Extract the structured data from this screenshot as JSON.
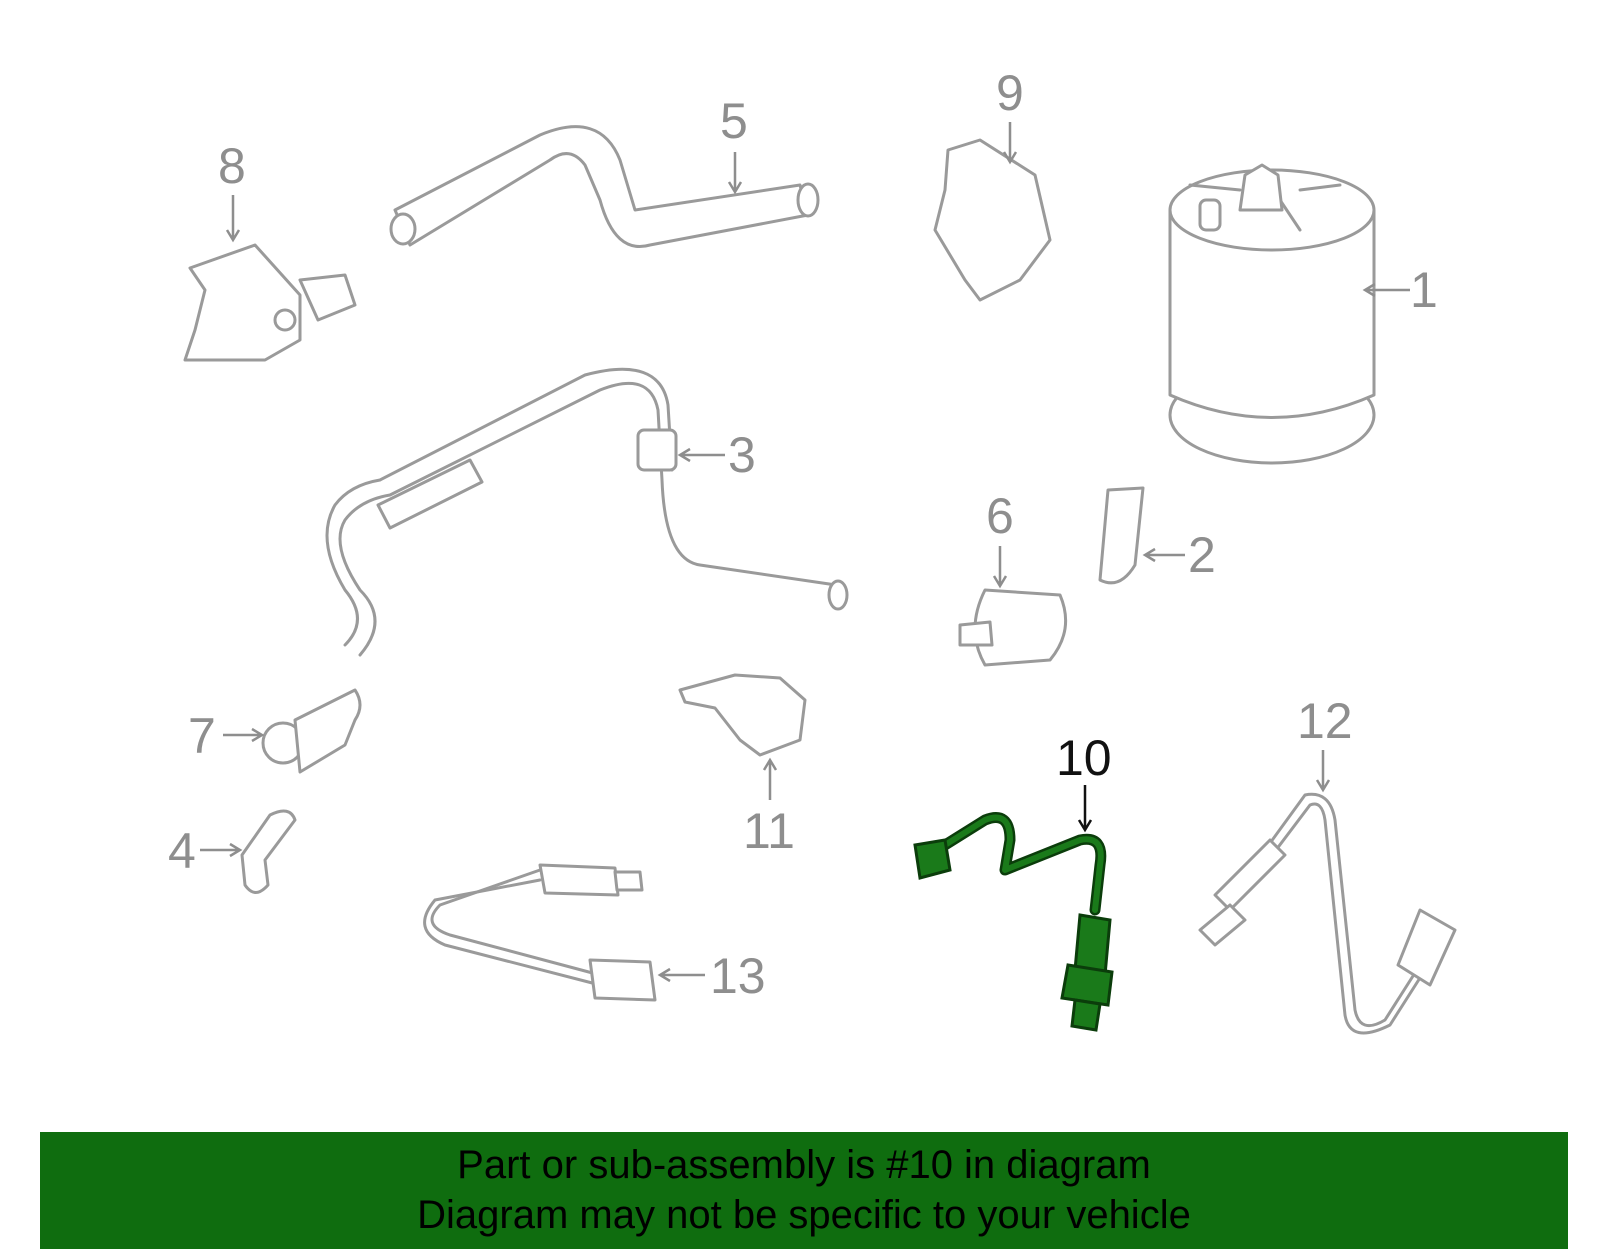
{
  "colors": {
    "part_stroke": "#9a9a9a",
    "highlight_fill": "#1a7a1a",
    "highlight_stroke": "#0b3d0b",
    "banner_bg": "#0f6d0f",
    "banner_text": "#000000"
  },
  "callouts": [
    {
      "id": "1",
      "label": "1"
    },
    {
      "id": "2",
      "label": "2"
    },
    {
      "id": "3",
      "label": "3"
    },
    {
      "id": "4",
      "label": "4"
    },
    {
      "id": "5",
      "label": "5"
    },
    {
      "id": "6",
      "label": "6"
    },
    {
      "id": "7",
      "label": "7"
    },
    {
      "id": "8",
      "label": "8"
    },
    {
      "id": "9",
      "label": "9"
    },
    {
      "id": "10",
      "label": "10"
    },
    {
      "id": "11",
      "label": "11"
    },
    {
      "id": "12",
      "label": "12"
    },
    {
      "id": "13",
      "label": "13"
    }
  ],
  "highlighted_part": "10",
  "banner": {
    "line1": "Part or sub-assembly is #10 in diagram",
    "line2": "Diagram may not be specific to your vehicle"
  }
}
